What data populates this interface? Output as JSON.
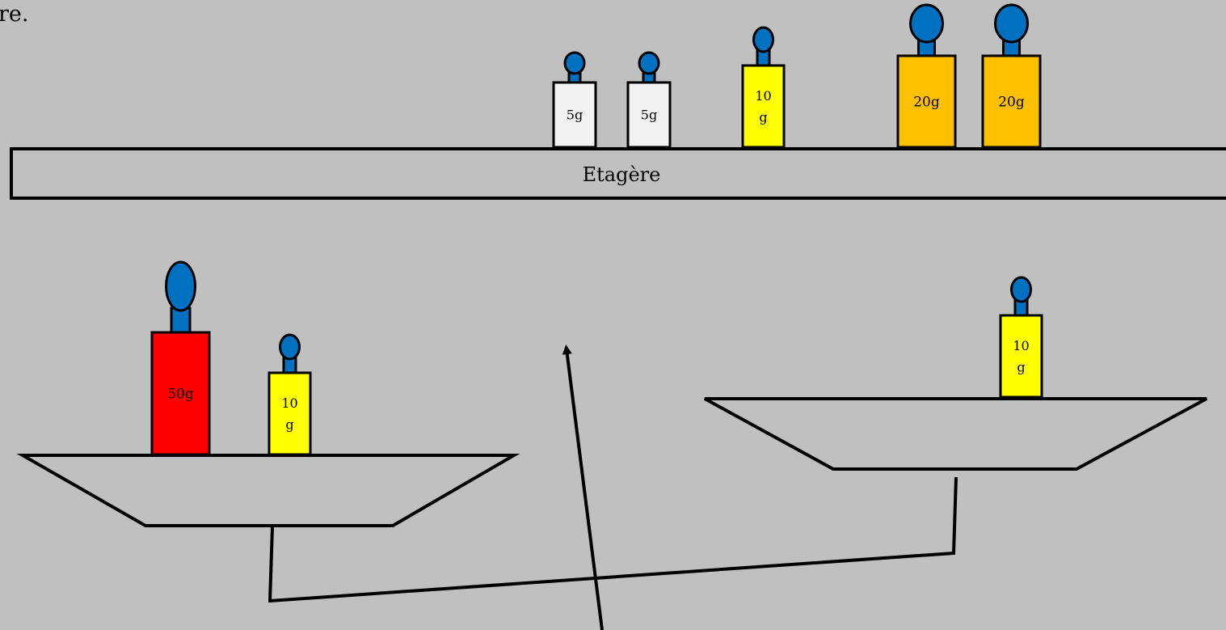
{
  "instruction_fragment": "re.",
  "shelf": {
    "label": "Etagère"
  },
  "colors": {
    "background": "#c0c0c0",
    "knob": "#0070c0",
    "weight_5g": "#f2f2f2",
    "weight_10g": "#ffff00",
    "weight_20g": "#ffc000",
    "weight_50g": "#ff0000",
    "outline": "#000000"
  },
  "shelf_weights": [
    {
      "label": "5g",
      "mass": 5,
      "icon": "weight-icon"
    },
    {
      "label": "5g",
      "mass": 5,
      "icon": "weight-icon"
    },
    {
      "label": "10 g",
      "mass": 10,
      "icon": "weight-icon"
    },
    {
      "label": "20g",
      "mass": 20,
      "icon": "weight-icon"
    },
    {
      "label": "20g",
      "mass": 20,
      "icon": "weight-icon"
    }
  ],
  "left_pan": {
    "weights": [
      {
        "label": "50g",
        "mass": 50
      },
      {
        "label": "10 g",
        "mass": 10
      }
    ]
  },
  "right_pan": {
    "weights": [
      {
        "label": "10 g",
        "mass": 10
      }
    ]
  },
  "balance": {
    "state": "tilted-left",
    "pointer_icon": "arrow-up-icon"
  }
}
